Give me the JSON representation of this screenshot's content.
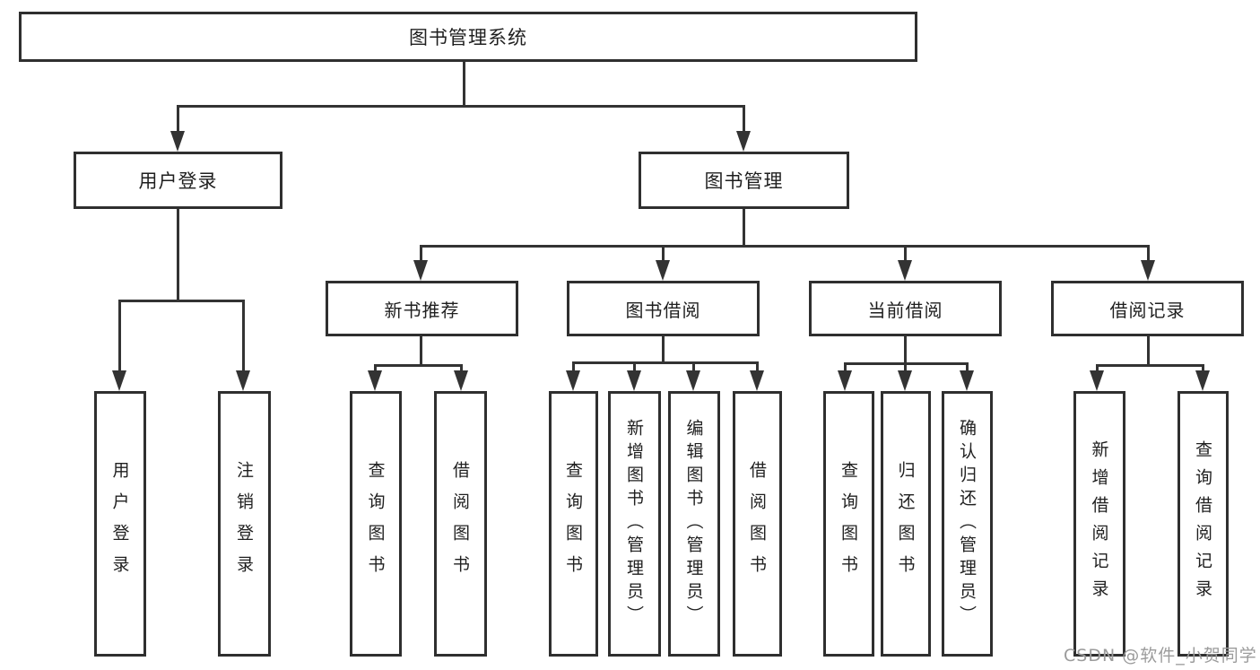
{
  "diagram": {
    "root": {
      "label": "图书管理系统"
    },
    "level2": [
      {
        "label": "用户登录"
      },
      {
        "label": "图书管理"
      }
    ],
    "level3": [
      {
        "label": "新书推荐"
      },
      {
        "label": "图书借阅"
      },
      {
        "label": "当前借阅"
      },
      {
        "label": "借阅记录"
      }
    ],
    "leaves": {
      "user_login": [
        {
          "label": "用户登录"
        },
        {
          "label": "注销登录"
        }
      ],
      "new_books": [
        {
          "label": "查询图书"
        },
        {
          "label": "借阅图书"
        }
      ],
      "book_borrow": [
        {
          "label": "查询图书"
        },
        {
          "label": "新增图书（管理员）"
        },
        {
          "label": "编辑图书（管理员）"
        },
        {
          "label": "借阅图书"
        }
      ],
      "current_borrow": [
        {
          "label": "查询图书"
        },
        {
          "label": "归还图书"
        },
        {
          "label": "确认归还（管理员）"
        }
      ],
      "borrow_records": [
        {
          "label": "新增借阅记录"
        },
        {
          "label": "查询借阅记录"
        }
      ]
    }
  },
  "watermark": {
    "text": "CSDN @软件_小贺同学"
  },
  "colors": {
    "line": "#333333",
    "box_border": "#2f2f2f",
    "text": "#1f1f1f",
    "watermark": "#9b9b9b",
    "background": "#ffffff"
  }
}
